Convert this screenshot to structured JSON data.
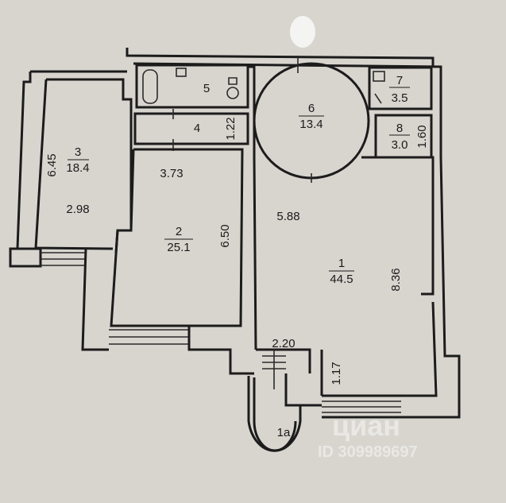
{
  "rooms": [
    {
      "number": "1",
      "area": "44.5"
    },
    {
      "number": "1a"
    },
    {
      "number": "2",
      "area": "25.1"
    },
    {
      "number": "3",
      "area": "18.4"
    },
    {
      "number": "4"
    },
    {
      "number": "5"
    },
    {
      "number": "6",
      "area": "13.4"
    },
    {
      "number": "7",
      "area": "3.5"
    },
    {
      "number": "8",
      "area": "3.0"
    }
  ],
  "dimensions": {
    "room3_height": "6.45",
    "room3_width": "2.98",
    "room2_width": "3.73",
    "room2_height": "6.50",
    "room4_height": "1.22",
    "room1_width": "5.88",
    "room1_height": "8.36",
    "room8_height": "1.60",
    "entry_width": "2.20",
    "entry_height": "1.17"
  },
  "watermark": {
    "brand": "циан",
    "id": "ID 309989697"
  }
}
